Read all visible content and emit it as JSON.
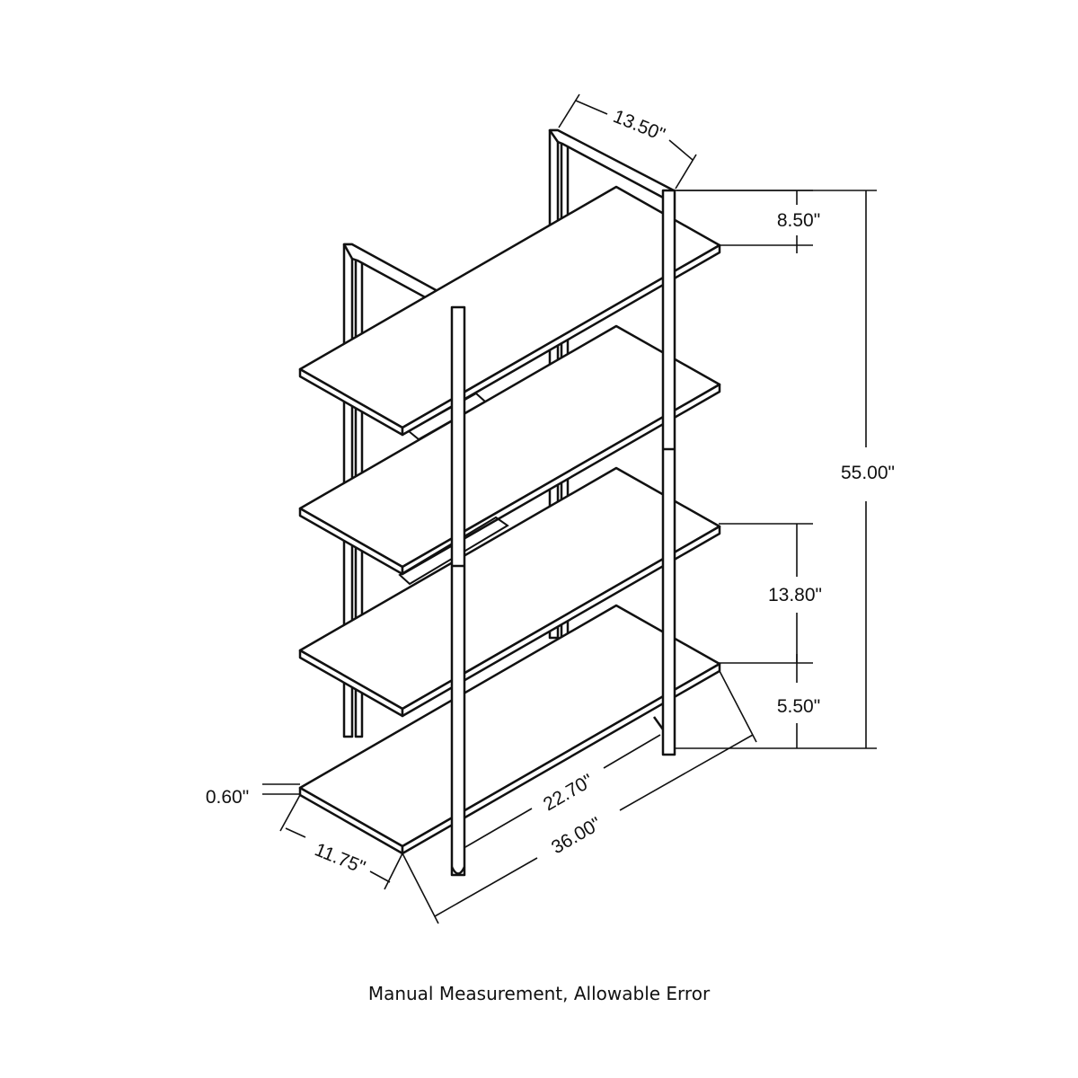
{
  "dimensions": {
    "depth_top": "13.50\"",
    "top_gap": "8.50\"",
    "height": "55.00\"",
    "shelf_spacing": "13.80\"",
    "bottom_clearance": "5.50\"",
    "board_thickness": "0.60\"",
    "shelf_depth": "11.75\"",
    "inner_width": "22.70\"",
    "overall_width": "36.00\""
  },
  "caption": "Manual Measurement, Allowable Error"
}
